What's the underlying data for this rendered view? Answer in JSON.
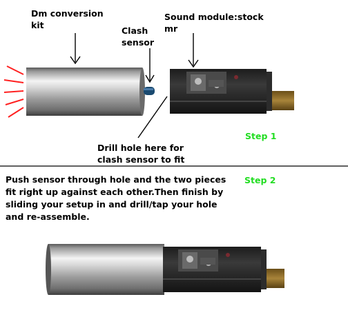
{
  "labels": {
    "conversion_kit": [
      "Dm conversion",
      "kit"
    ],
    "clash_sensor": [
      "Clash",
      "sensor"
    ],
    "sound_module": [
      "Sound module:stock",
      "mr"
    ],
    "drill_hole": [
      "Drill hole here for",
      "clash sensor to fit"
    ]
  },
  "steps": {
    "step1": "Step 1",
    "step2": "Step 2"
  },
  "instructions": [
    "Push sensor through hole and the two pieces",
    "fit right up against each other.Then finish by",
    "sliding your setup in and drill/tap your hole",
    "and re-assemble."
  ],
  "colors": {
    "step_green": "#22dd22",
    "flash_red": "#ff2020",
    "sensor_blue": "#1a4a70",
    "module_dark": "#2a2a2a",
    "brass": "#8a6a28"
  }
}
